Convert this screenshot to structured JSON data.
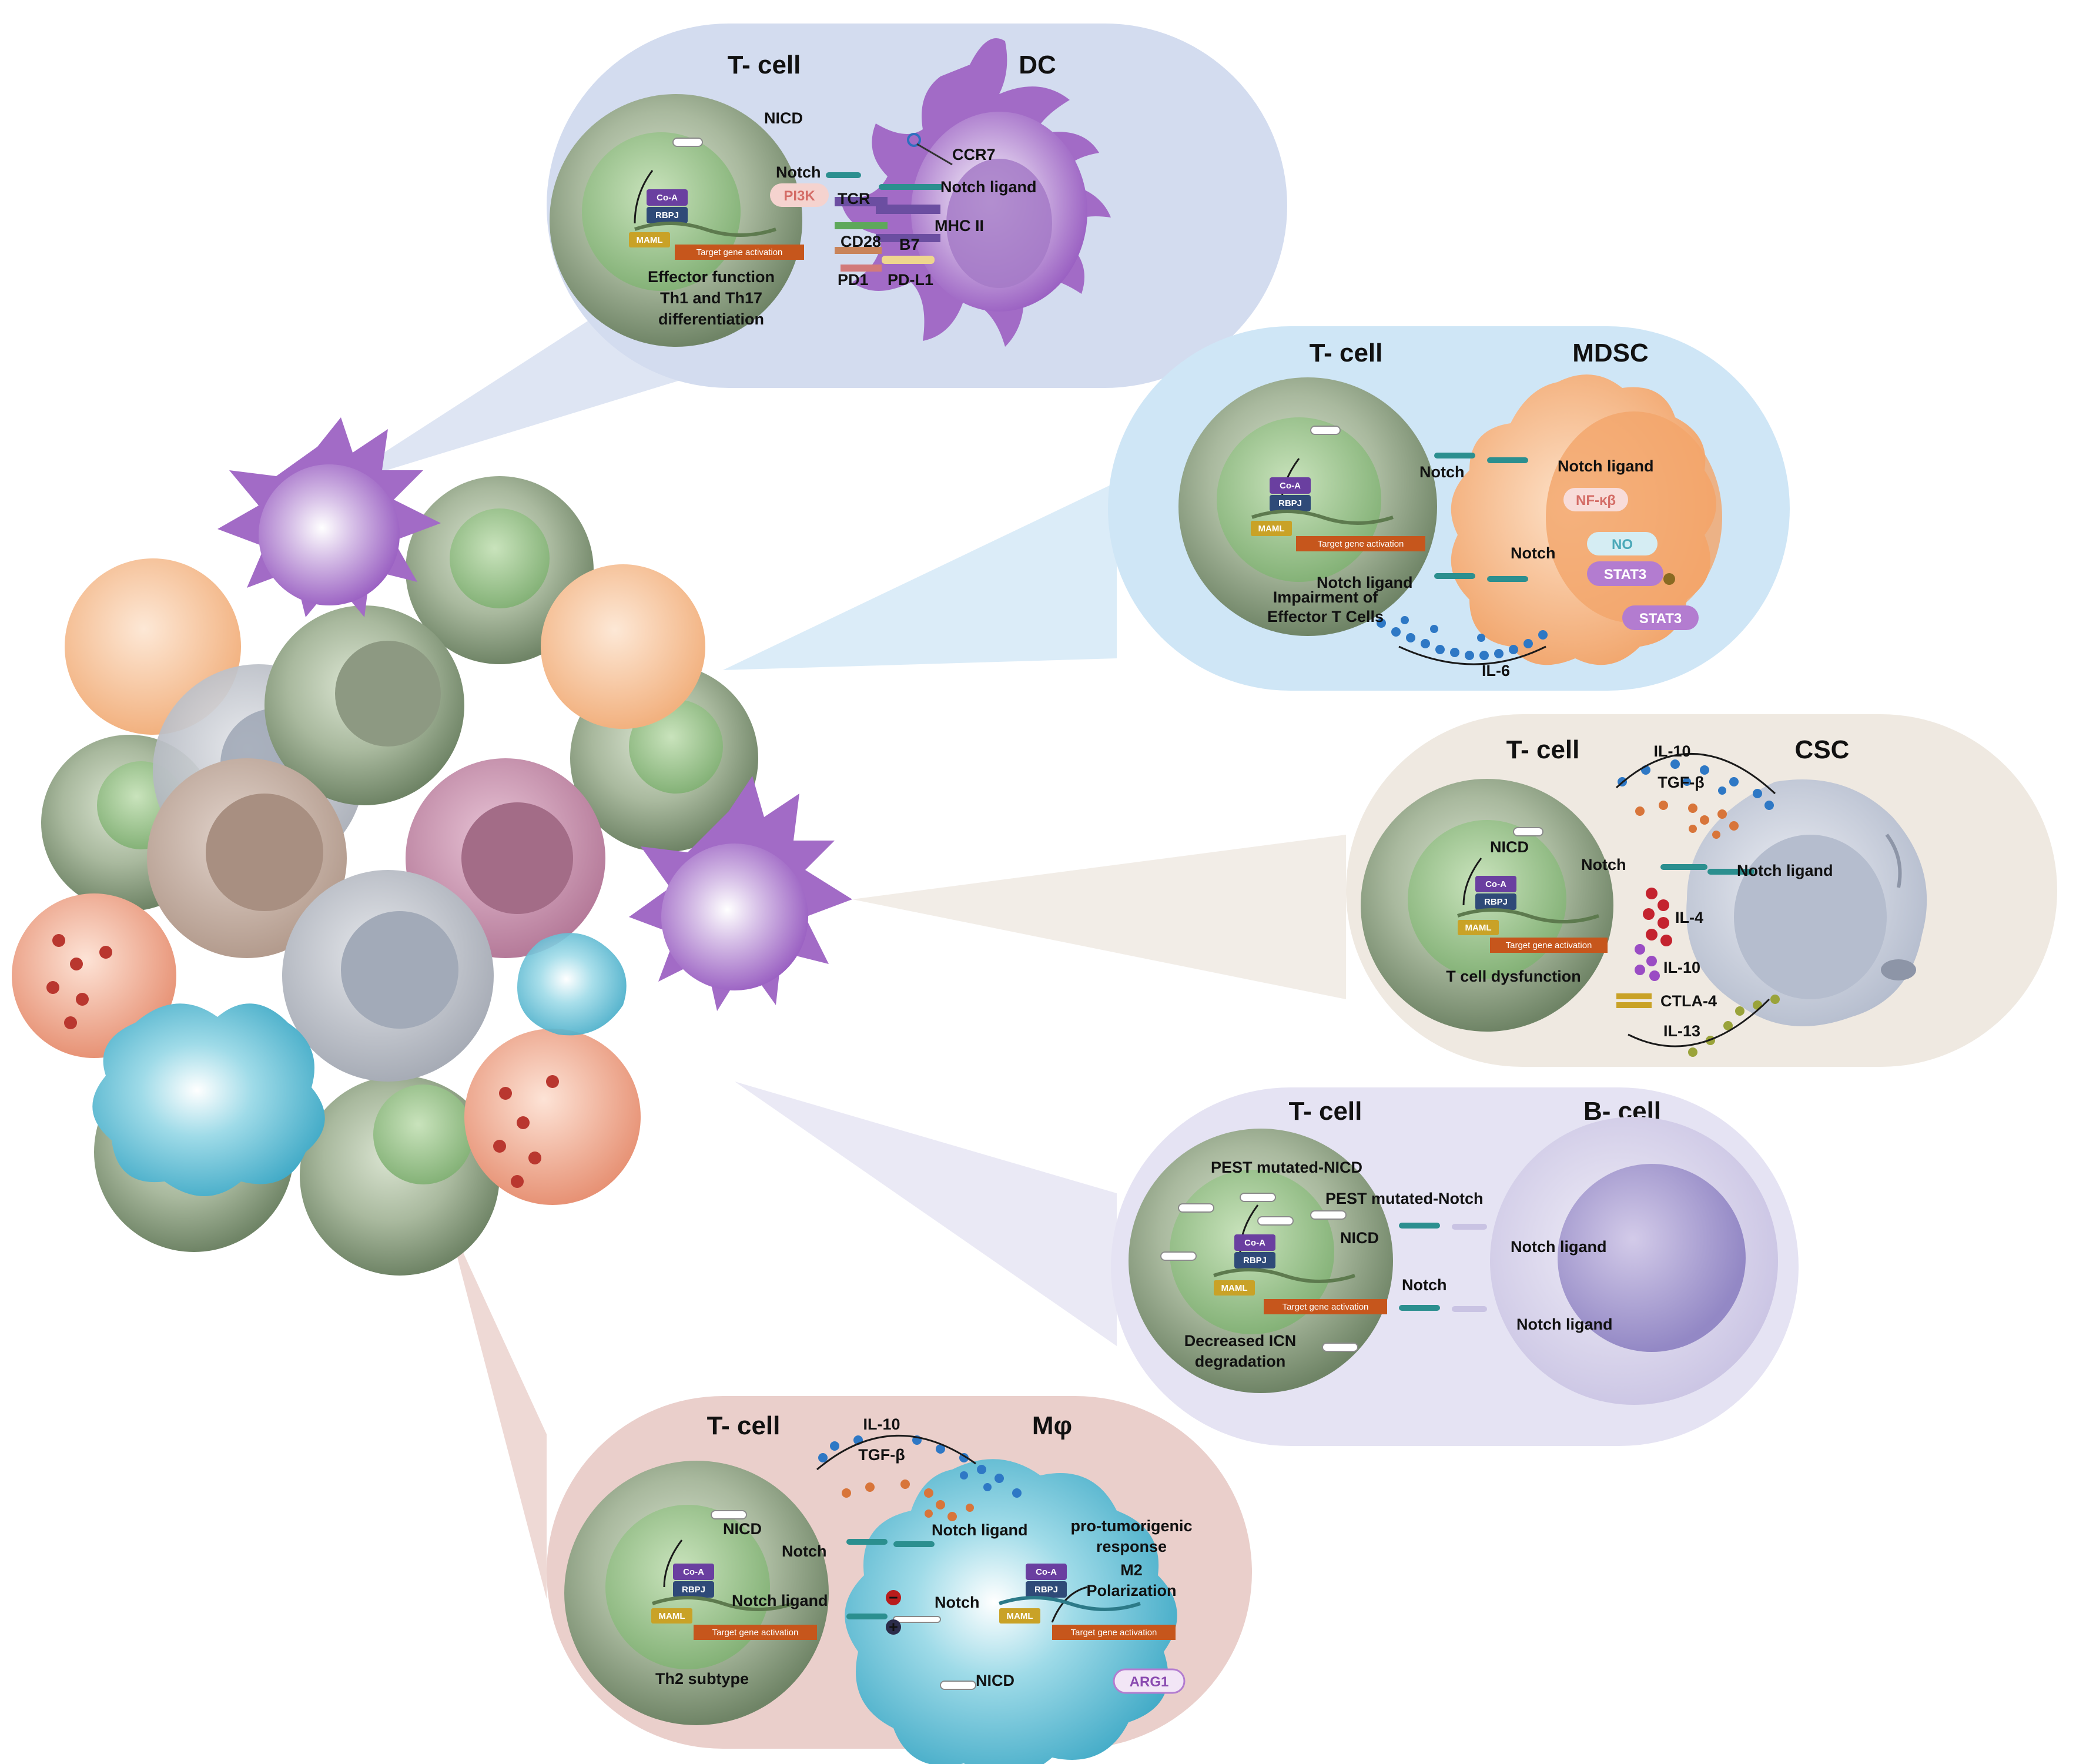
{
  "panels": {
    "dc": {
      "left_title": "T- cell",
      "right_title": "DC",
      "labels": {
        "nicd": "NICD",
        "notch": "Notch",
        "pi3k": "PI3K",
        "tcr": "TCR",
        "cd28": "CD28",
        "pd1": "PD1",
        "ccr7": "CCR7",
        "notch_ligand": "Notch ligand",
        "mhc2": "MHC II",
        "b7": "B7",
        "pdl1": "PD-L1",
        "effector": "Effector function",
        "th_line1": "Th1 and Th17",
        "th_line2": "differentiation"
      }
    },
    "mdsc": {
      "left_title": "T- cell",
      "right_title": "MDSC",
      "labels": {
        "notch_top": "Notch",
        "notch_ligand_top": "Notch ligand",
        "nfkb": "NF-κβ",
        "no": "NO",
        "notch_mid": "Notch",
        "stat3a": "STAT3",
        "stat3b": "STAT3",
        "notch_ligand_mid": "Notch ligand",
        "impair1": "Impairment of",
        "impair2": "Effector T Cells",
        "il6": "IL-6"
      }
    },
    "csc": {
      "left_title": "T- cell",
      "right_title": "CSC",
      "labels": {
        "il10_top": "IL-10",
        "tgfb": "TGF-β",
        "nicd": "NICD",
        "notch": "Notch",
        "notch_ligand": "Notch ligand",
        "il4": "IL-4",
        "il10_mid": "IL-10",
        "ctla4": "CTLA-4",
        "il13": "IL-13",
        "dysfunction": "T cell dysfunction"
      }
    },
    "bcell": {
      "left_title": "T- cell",
      "right_title": "B- cell",
      "labels": {
        "pest_nicd": "PEST mutated-NICD",
        "pest_notch": "PEST mutated-Notch",
        "nicd": "NICD",
        "notch_ligand_a": "Notch ligand",
        "notch": "Notch",
        "notch_ligand_b": "Notch ligand",
        "decreased1": "Decreased ICN",
        "decreased2": "degradation"
      }
    },
    "macrophage": {
      "left_title": "T- cell",
      "right_title": "Mφ",
      "labels": {
        "il10": "IL-10",
        "tgfb": "TGF-β",
        "nicd_left": "NICD",
        "notch_left": "Notch",
        "notch_ligand_top": "Notch ligand",
        "notch_ligand_left": "Notch ligand",
        "pro1": "pro-tumorigenic",
        "pro2": "response",
        "m2a": "M2",
        "m2b": "Polarization",
        "notch_right": "Notch",
        "nicd_right": "NICD",
        "arg1": "ARG1",
        "th2": "Th2  subtype",
        "minus": "−",
        "plus": "+"
      }
    }
  },
  "nucleus": {
    "coa": "Co-A",
    "rbpj": "RBPJ",
    "maml": "MAML",
    "target": "Target gene activation",
    "nicd_small": "NICD"
  },
  "colors": {
    "dc_panel": "#d3dcef",
    "mdsc_panel": "#cfe6f6",
    "csc_panel": "#efe9e1",
    "bcell_panel": "#e5e3f3",
    "macro_panel": "#eacfcb",
    "tcell": "#8fa585",
    "nucleus": "#9dc78f",
    "dc_purple": "#a06ac4",
    "mdsc_orange": "#f4b17e",
    "macro_teal": "#5ec1d6",
    "target_bar": "#c6561c",
    "coa": "#6a3fa0",
    "rbpj": "#2f4a78",
    "maml": "#c9a227",
    "il10_blue": "#2e78c5",
    "tgfb_orange": "#d8753a",
    "il4_red": "#c4232f"
  }
}
